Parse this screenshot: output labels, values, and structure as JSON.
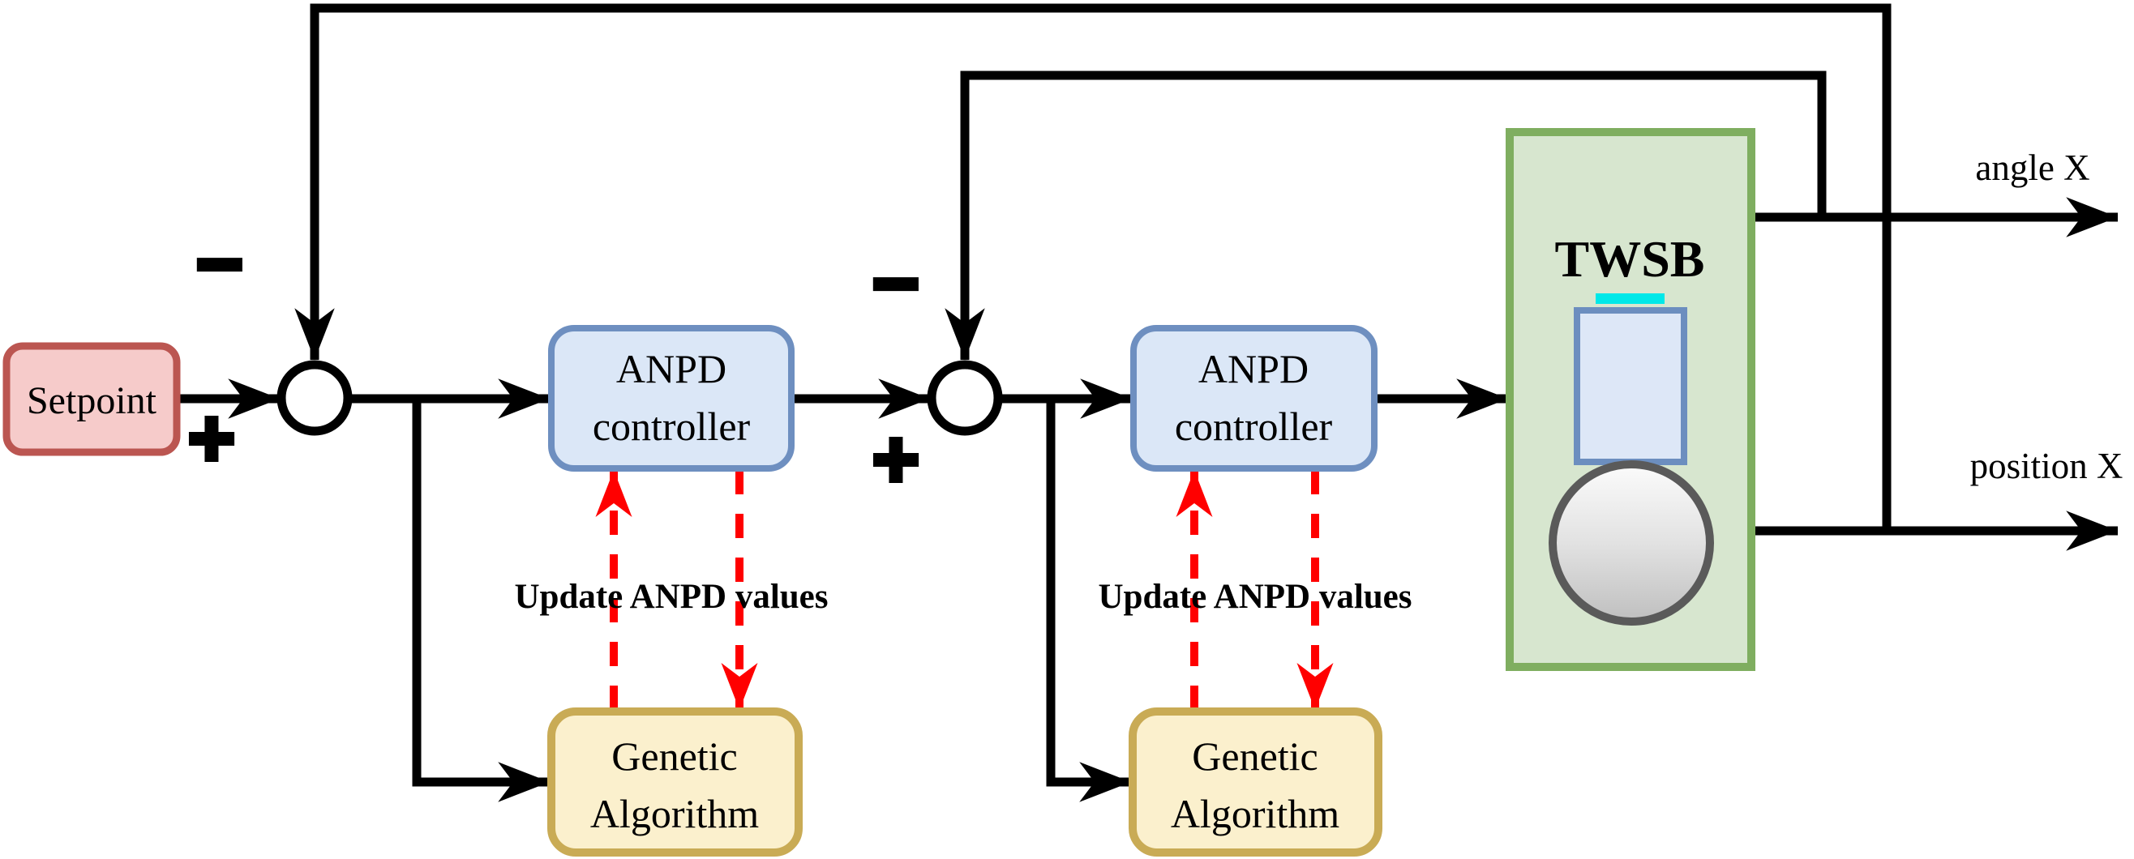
{
  "blocks": {
    "setpoint": {
      "label": "Setpoint"
    },
    "anpd1": {
      "line1": "ANPD",
      "line2": "controller"
    },
    "anpd2": {
      "line1": "ANPD",
      "line2": "controller"
    },
    "ga1": {
      "line1": "Genetic",
      "line2": "Algorithm"
    },
    "ga2": {
      "line1": "Genetic",
      "line2": "Algorithm"
    },
    "twsb": {
      "label": "TWSB"
    }
  },
  "annotations": {
    "update1": "Update ANPD values",
    "update2": "Update ANPD values"
  },
  "signs": {
    "sum1_minus": "−",
    "sum1_plus": "+",
    "sum2_minus": "−",
    "sum2_plus": "+"
  },
  "outputs": {
    "angle": "angle X",
    "position": "position X"
  },
  "colors": {
    "setpoint_fill": "#f6cbca",
    "setpoint_border": "#bb5651",
    "controller_fill": "#dbe7f7",
    "controller_border": "#6e8fc0",
    "ga_fill": "#fbf0cd",
    "ga_border": "#c9ab55",
    "plant_fill": "#d7e6cf",
    "plant_border": "#7fae60",
    "robot_body_fill": "#dde7f7",
    "robot_body_border": "#6c8ebf",
    "wheel_border": "#5a5a5a",
    "sensor_bar": "#00e8e8",
    "update_arrow": "#ff0000",
    "line": "#000000"
  }
}
